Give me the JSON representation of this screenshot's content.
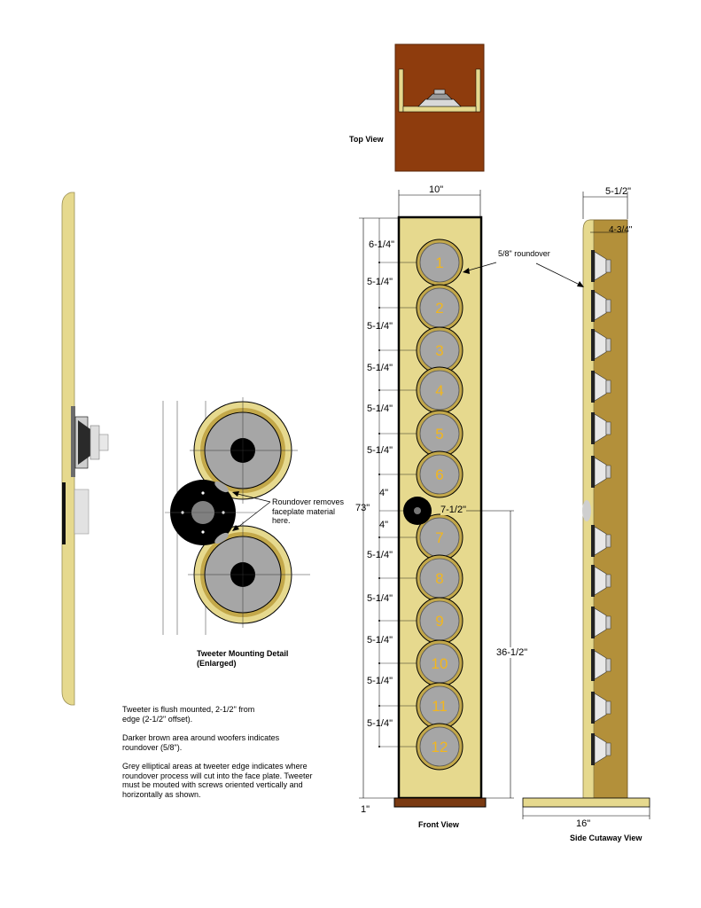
{
  "views": {
    "top": "Top View",
    "front": "Front View",
    "side": "Side Cutaway View",
    "detail_line1": "Tweeter Mounting Detail",
    "detail_line2": "(Enlarged)"
  },
  "dimensions": {
    "front_width": "10\"",
    "top_offset": "6-1/4\"",
    "woofer_spacing": "5-1/4\"",
    "tweeter_gap": "4\"",
    "total_height": "73\"",
    "tweeter_offset": "7-1/2\"",
    "tweeter_height": "36-1/2\"",
    "base_height": "1\"",
    "side_depth": "5-1/2\"",
    "side_inner": "4-3/4\"",
    "base_depth": "16\""
  },
  "callouts": {
    "roundover": "5/8\" roundover",
    "roundover_removes": "Roundover removes\nfaceplate material\nhere."
  },
  "notes": {
    "n1": "Tweeter is flush mounted, 2-1/2\" from\nedge (2-1/2\" offset).",
    "n2": "Darker brown area around woofers indicates\nroundover (5/8\").",
    "n3": "Grey elliptical areas at tweeter edge indicates where\nroundover process will cut into the face plate.  Tweeter\nmust be mouted with screws oriented vertically and\nhorizontally as shown."
  },
  "woofers": [
    "1",
    "2",
    "3",
    "4",
    "5",
    "6",
    "7",
    "8",
    "9",
    "10",
    "11",
    "12"
  ],
  "colors": {
    "cabinet": "#e6d98e",
    "roundover": "#c3a84a",
    "woofer_grey": "#a6a6a6",
    "label_yellow": "#f2b61e",
    "top_brown": "#8e3c0d",
    "side_brown": "#b3903a",
    "base_brown": "#7a3a12"
  }
}
